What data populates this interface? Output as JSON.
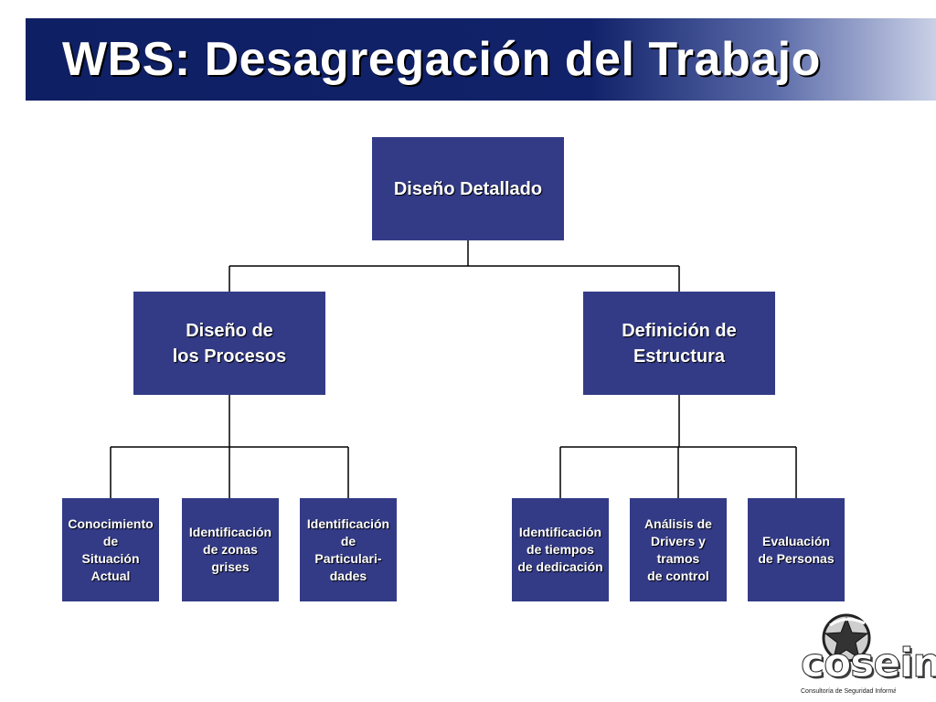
{
  "header": {
    "title": "WBS: Desagregación del Trabajo"
  },
  "tree": {
    "root": {
      "label": "Diseño Detallado"
    },
    "branches": [
      {
        "label": "Diseño de\nlos Procesos",
        "children": [
          {
            "label": "Conocimiento\nde\nSituación\nActual"
          },
          {
            "label": "Identificación\nde zonas\ngrises"
          },
          {
            "label": "Identificación\nde\nParticulari-\ndades"
          }
        ]
      },
      {
        "label": "Definición de\nEstructura",
        "children": [
          {
            "label": "Identificación\nde tiempos\nde dedicación"
          },
          {
            "label": "Análisis de\nDrivers y\ntramos\nde control"
          },
          {
            "label": "Evaluación\nde Personas"
          }
        ]
      }
    ]
  },
  "logo": {
    "name": "cosein",
    "tagline": "Consultoría de Seguridad Informática"
  },
  "colors": {
    "header_dark": "#0f1f63",
    "box_fill": "#333b87",
    "connector": "#000000"
  }
}
